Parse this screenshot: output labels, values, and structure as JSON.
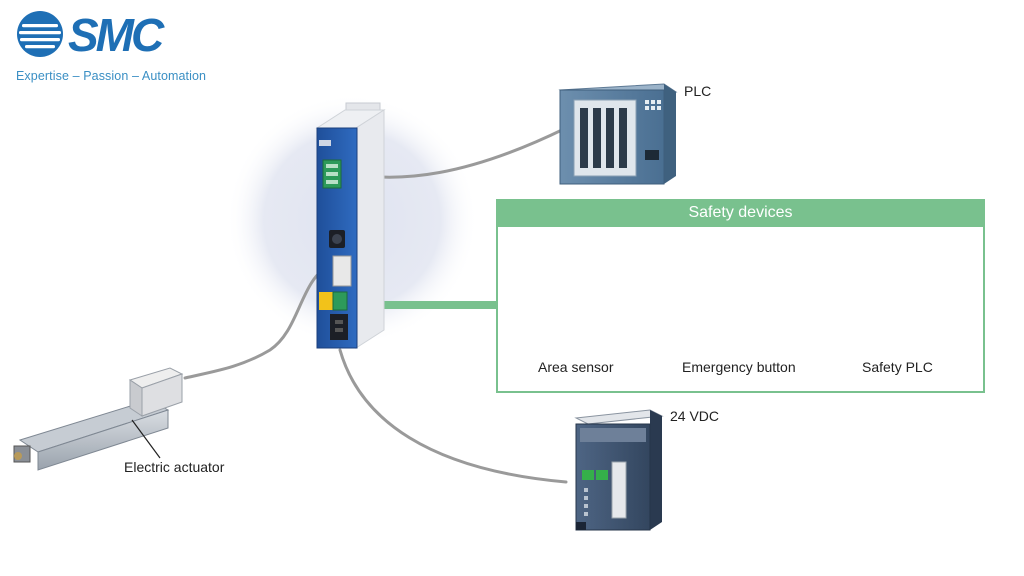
{
  "brand": {
    "logo_text": "SMC",
    "tagline": "Expertise – Passion – Automation",
    "color": "#1e6fb5"
  },
  "devices": {
    "plc": "PLC",
    "power_supply": "24 VDC",
    "actuator": "Electric actuator"
  },
  "safety": {
    "title": "Safety devices",
    "items": [
      "Area sensor",
      "Emergency button",
      "Safety PLC"
    ],
    "accent": "#79c18e"
  }
}
